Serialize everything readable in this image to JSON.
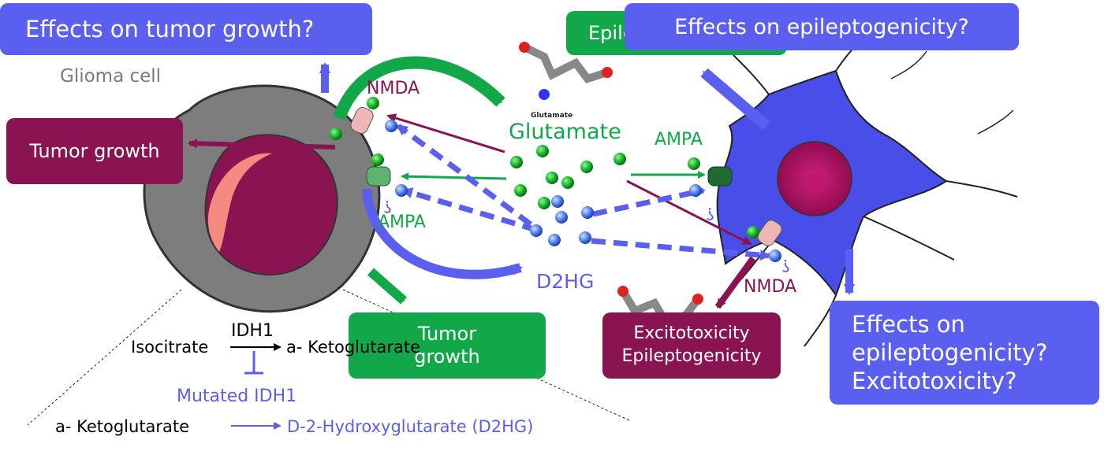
{
  "boxes": {
    "tumor_effects": "Effects on tumor  growth?",
    "tumor_growth_left": "Tumor growth",
    "epileptogenicity_green": "Epileptogenicity",
    "epi_effects_top": "Effects on epileptogenicity?",
    "tumor_growth_bottom": "Tumor growth",
    "excitotoxicity_box_line1": "Excitotoxicity",
    "excitotoxicity_box_line2": "Epileptogenicity",
    "epi_effects_bottom_line1": "Effects on",
    "epi_effects_bottom_line2": "epileptogenicity?",
    "epi_effects_bottom_line3": "Excitotoxicity?"
  },
  "labels": {
    "glioma_cell": "Glioma cell",
    "nmda_tumor": "NMDA",
    "ampa_tumor": "AMPA",
    "glutamate_small": "Glutamate",
    "glutamate": "Glutamate",
    "ampa_neuron": "AMPA",
    "nmda_neuron": "NMDA",
    "d2hg": "D2HG",
    "question_1": "?",
    "question_2": "?",
    "question_3": "?"
  },
  "pathway": {
    "idh1": "IDH1",
    "isocitrate": "Isocitrate",
    "a_ketoglutarate_1": "a- Ketoglutarate",
    "mutated_idh1": "Mutated IDH1",
    "a_ketoglutarate_2": "a- Ketoglutarate",
    "d2hg_full": "D-2-Hydroxyglutarate (D2HG)"
  },
  "colors": {
    "glutamate": "#12a84a",
    "d2hg": "#5b5ff0",
    "nmda": "#8a1452",
    "neuron": "#4a4ee8",
    "glioma": "#8c8c8c"
  }
}
